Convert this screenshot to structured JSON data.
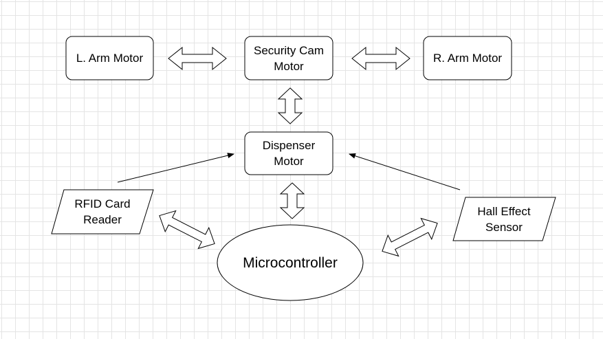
{
  "diagram": {
    "nodes": {
      "l_arm_motor": {
        "label": "L. Arm Motor",
        "shape": "rounded-rect"
      },
      "security_cam_motor": {
        "label": "Security Cam\nMotor",
        "shape": "rounded-rect"
      },
      "r_arm_motor": {
        "label": "R. Arm Motor",
        "shape": "rounded-rect"
      },
      "dispenser_motor": {
        "label": "Dispenser\nMotor",
        "shape": "rounded-rect"
      },
      "rfid_card_reader": {
        "label": "RFID Card\nReader",
        "shape": "parallelogram"
      },
      "hall_effect_sensor": {
        "label": "Hall Effect\nSensor",
        "shape": "parallelogram"
      },
      "microcontroller": {
        "label": "Microcontroller",
        "shape": "ellipse"
      }
    },
    "connections": [
      {
        "from": "l_arm_motor",
        "to": "security_cam_motor",
        "type": "bidirectional"
      },
      {
        "from": "security_cam_motor",
        "to": "r_arm_motor",
        "type": "bidirectional"
      },
      {
        "from": "security_cam_motor",
        "to": "dispenser_motor",
        "type": "bidirectional"
      },
      {
        "from": "dispenser_motor",
        "to": "microcontroller",
        "type": "bidirectional"
      },
      {
        "from": "rfid_card_reader",
        "to": "microcontroller",
        "type": "bidirectional"
      },
      {
        "from": "hall_effect_sensor",
        "to": "microcontroller",
        "type": "bidirectional"
      },
      {
        "from": "rfid_card_reader",
        "to": "dispenser_motor",
        "type": "directed"
      },
      {
        "from": "hall_effect_sensor",
        "to": "dispenser_motor",
        "type": "directed"
      }
    ],
    "colors": {
      "stroke": "#000000",
      "fill": "#ffffff",
      "grid": "#e4e4e4"
    }
  }
}
